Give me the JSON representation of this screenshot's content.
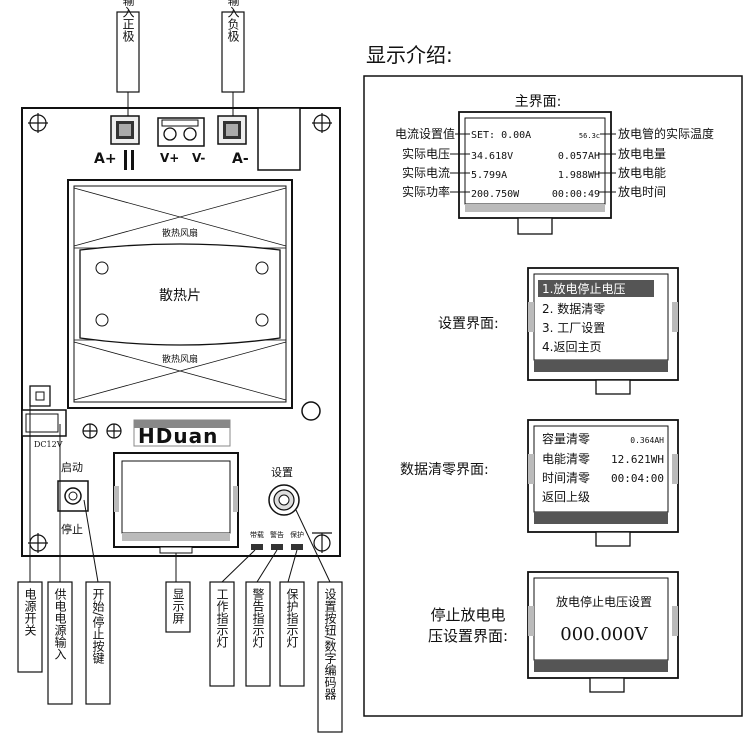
{
  "board": {
    "top_labels": {
      "input_positive": "输入正极",
      "input_negative": "输入负极"
    },
    "terminals": {
      "a_plus": "A+",
      "v_minus": "V-",
      "v_plus": "V+",
      "a_minus": "A-"
    },
    "fan_top": "散热风扇",
    "fan_bottom": "散热风扇",
    "heatsink": "散热片",
    "brand": "HDuan",
    "dc12v": "DC12V",
    "start": "启动",
    "stop": "停止",
    "settings": "设置",
    "led_labels": {
      "load": "带载",
      "alarm": "警告",
      "protect": "保护"
    }
  },
  "callouts": {
    "power_switch": "电源开关",
    "supply_input": "供电电源输入",
    "start_stop_button": "开始/停止按键",
    "display": "显示屏",
    "work_led": "工作指示灯",
    "alarm_led": "警告指示灯",
    "protect_led": "保护指示灯",
    "encoder": "设置按钮/数字编码器"
  },
  "panel": {
    "title": "显示介绍:",
    "main": {
      "title": "主界面:",
      "rows": [
        [
          "SET: 0.00A",
          "56.3c"
        ],
        [
          "34.618V",
          "0.057AH"
        ],
        [
          "5.799A",
          "1.988WH"
        ],
        [
          "200.750W",
          "00:00:49"
        ]
      ],
      "left_labels": [
        "电流设置值",
        "实际电压",
        "实际电流",
        "实际功率"
      ],
      "right_labels": [
        "放电管的实际温度",
        "放电电量",
        "放电电能",
        "放电时间"
      ]
    },
    "settings": {
      "label": "设置界面:",
      "items": [
        "1.放电停止电压",
        "2. 数据清零",
        "3. 工厂设置",
        "4.返回主页"
      ]
    },
    "clear": {
      "label": "数据清零界面:",
      "rows": [
        [
          "容量清零",
          "0.364AH"
        ],
        [
          "电能清零",
          "12.621WH"
        ],
        [
          "时间清零",
          "00:04:00"
        ],
        [
          "返回上级",
          ""
        ]
      ]
    },
    "stop_voltage": {
      "label_line1": "停止放电电",
      "label_line2": "压设置界面:",
      "title": "放电停止电压设置",
      "value": "000.000V"
    }
  }
}
